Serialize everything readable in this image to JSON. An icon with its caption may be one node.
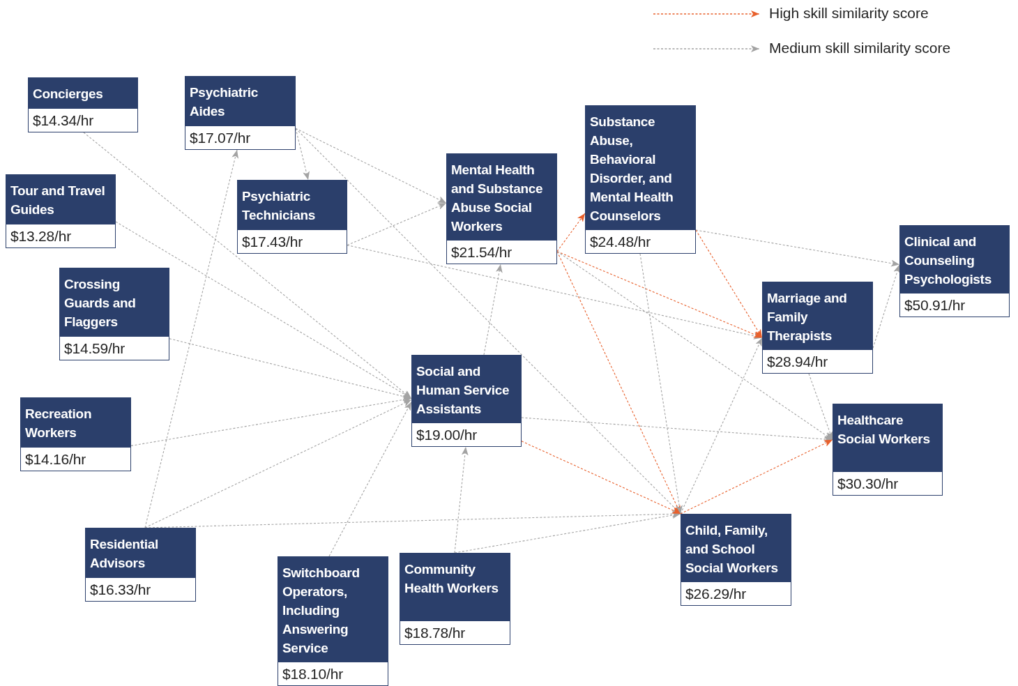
{
  "diagram": {
    "nodes": [
      {
        "text": [
          "Concierges",
          "$14.34/hr"
        ]
      },
      {
        "text": [
          "Psychiatric Aides",
          "$17.07/hr"
        ]
      },
      {
        "text": [
          "Tour and Travel Guides",
          "$13.28/hr"
        ]
      },
      {
        "text": [
          "Psychiatric Technicians",
          "$17.43/hr"
        ]
      },
      {
        "text": [
          "Mental Health and Substance Abuse Social Workers",
          "$21.54/hr"
        ]
      },
      {
        "text": [
          "Substance Abuse, Behavioral Disorder, and Mental Health Counselors",
          "$24.48/hr"
        ]
      },
      {
        "text": [
          "Crossing Guards and Flaggers",
          "$14.59/hr"
        ]
      },
      {
        "text": [
          "Clinical and Counseling Psychologists",
          "$50.91/hr"
        ]
      },
      {
        "text": [
          "Marriage and Family Therapists",
          "$28.94/hr"
        ]
      },
      {
        "text": [
          "Social and Human Service Assistants",
          "$19.00/hr"
        ]
      },
      {
        "text": [
          "Recreation Workers",
          "$14.16/hr"
        ]
      },
      {
        "text": [
          "Healthcare Social Workers",
          "$30.30/hr"
        ]
      },
      {
        "text": [
          "Child, Family, and School Social Workers",
          "$26.29/hr"
        ]
      },
      {
        "text": [
          "Residential Advisors",
          "$16.33/hr"
        ]
      },
      {
        "text": [
          "Switchboard Operators, Including Answering Service",
          "$18.10/hr"
        ]
      },
      {
        "text": [
          "Community Health Workers",
          "$18.78/hr"
        ]
      }
    ],
    "edges": [
      {
        "from": 0,
        "to": 9,
        "arrow": "to"
      },
      {
        "from": 2,
        "to": 9,
        "arrow": "to"
      },
      {
        "from": 6,
        "to": 9,
        "arrow": "to"
      },
      {
        "from": 10,
        "to": 9,
        "arrow": "to"
      },
      {
        "from": 13,
        "to": 9,
        "arrow": "to"
      },
      {
        "from": 13,
        "to": 1,
        "arrow": "to"
      },
      {
        "from": 13,
        "to": 12,
        "arrow": "to"
      },
      {
        "from": 14,
        "to": 9,
        "arrow": "to"
      },
      {
        "from": 15,
        "to": 9,
        "arrow": "to"
      },
      {
        "from": 15,
        "to": 12,
        "arrow": "to"
      },
      {
        "from": 1,
        "to": 3,
        "arrow": "to"
      },
      {
        "from": 1,
        "to": 4,
        "arrow": "to"
      },
      {
        "from": 1,
        "to": 12,
        "arrow": "to"
      },
      {
        "from": 3,
        "to": 4,
        "arrow": "to"
      },
      {
        "from": 3,
        "to": 8,
        "arrow": "to"
      },
      {
        "from": 9,
        "to": 4,
        "arrow": "to"
      },
      {
        "from": 9,
        "to": 11,
        "arrow": "to"
      },
      {
        "from": 9,
        "to": 12,
        "arrow": "to",
        "color": "#e8602c"
      },
      {
        "from": 4,
        "to": 5,
        "arrow": "to",
        "color": "#e8602c"
      },
      {
        "from": 4,
        "to": 8,
        "arrow": "to",
        "color": "#e8602c"
      },
      {
        "from": 4,
        "to": 12,
        "arrow": "to",
        "color": "#e8602c"
      },
      {
        "from": 4,
        "to": 11,
        "arrow": "to"
      },
      {
        "from": 5,
        "to": 7,
        "arrow": "to"
      },
      {
        "from": 5,
        "to": 8,
        "arrow": "to",
        "color": "#e8602c"
      },
      {
        "from": 5,
        "to": 12,
        "arrow": "to"
      },
      {
        "from": 8,
        "to": 7,
        "arrow": "to"
      },
      {
        "from": 8,
        "to": 11,
        "arrow": "to"
      },
      {
        "from": 12,
        "to": 8,
        "arrow": "to"
      },
      {
        "from": 12,
        "to": 11,
        "arrow": "to",
        "color": "#e8602c"
      }
    ],
    "legend": [
      {
        "text": "High skill similarity score"
      },
      {
        "text": "Medium skill similarity score"
      }
    ]
  }
}
